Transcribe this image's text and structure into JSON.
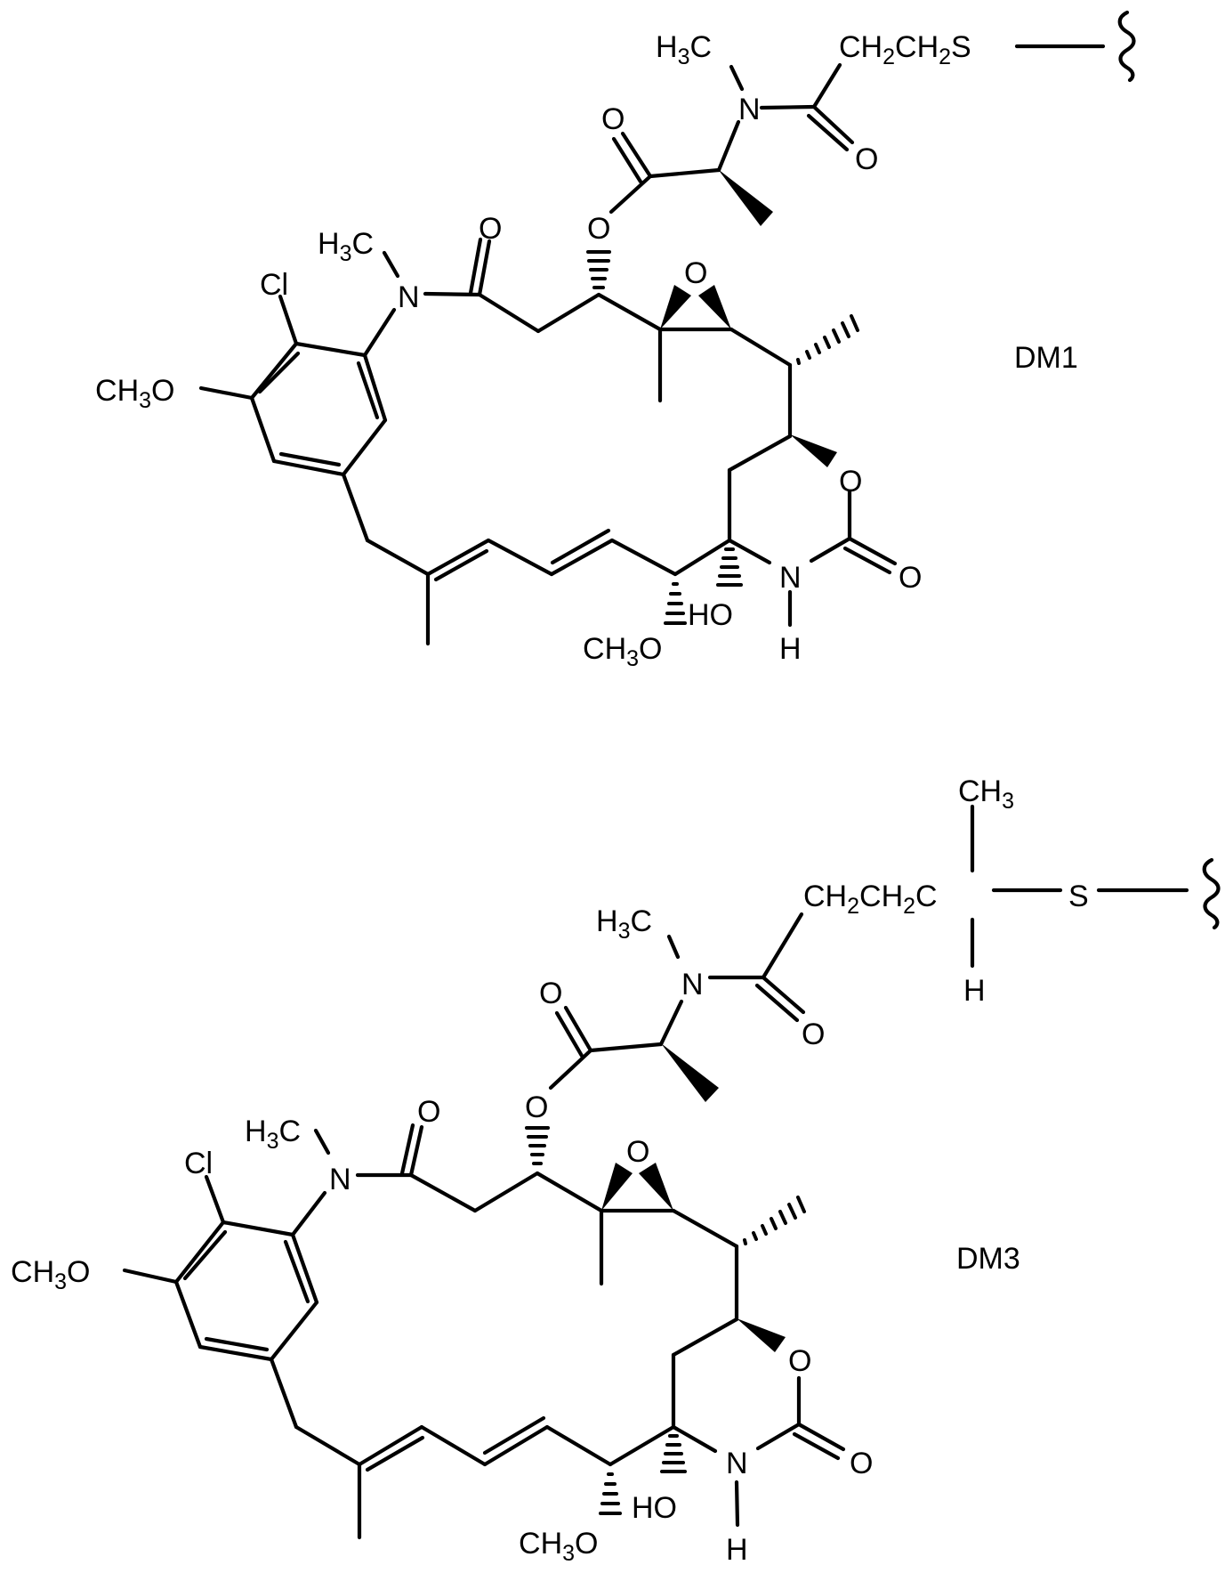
{
  "figure": {
    "background": "#ffffff",
    "ink": "#000000",
    "molecules": [
      {
        "name": "DM1",
        "side_chain": {
          "group": "CH2CH2S",
          "attachment": "wavy-bond"
        },
        "atoms": {
          "h3c_n": "H3C",
          "cl": "Cl",
          "ch3o_ring": "CH3O",
          "ho": "HO",
          "ch3o_chain": "CH3O",
          "nh_n": "N",
          "nh_h": "H"
        }
      },
      {
        "name": "DM3",
        "side_chain": {
          "group": "CH2CH2C(CH3)(H)S",
          "attachment": "wavy-bond"
        },
        "atoms": {
          "h3c_n": "H3C",
          "cl": "Cl",
          "ch3o_ring": "CH3O",
          "ho": "HO",
          "ch3o_chain": "CH3O",
          "nh_n": "N",
          "nh_h": "H",
          "ch3_top": "CH3",
          "h_bottom": "H"
        }
      }
    ]
  },
  "labels": {
    "dm1": "DM1",
    "dm3": "DM3",
    "O": "O",
    "N": "N",
    "S": "S",
    "H": "H",
    "C": "C",
    "Cl": "Cl",
    "CH": "CH",
    "HO": "HO",
    "two": "2",
    "three": "3"
  }
}
